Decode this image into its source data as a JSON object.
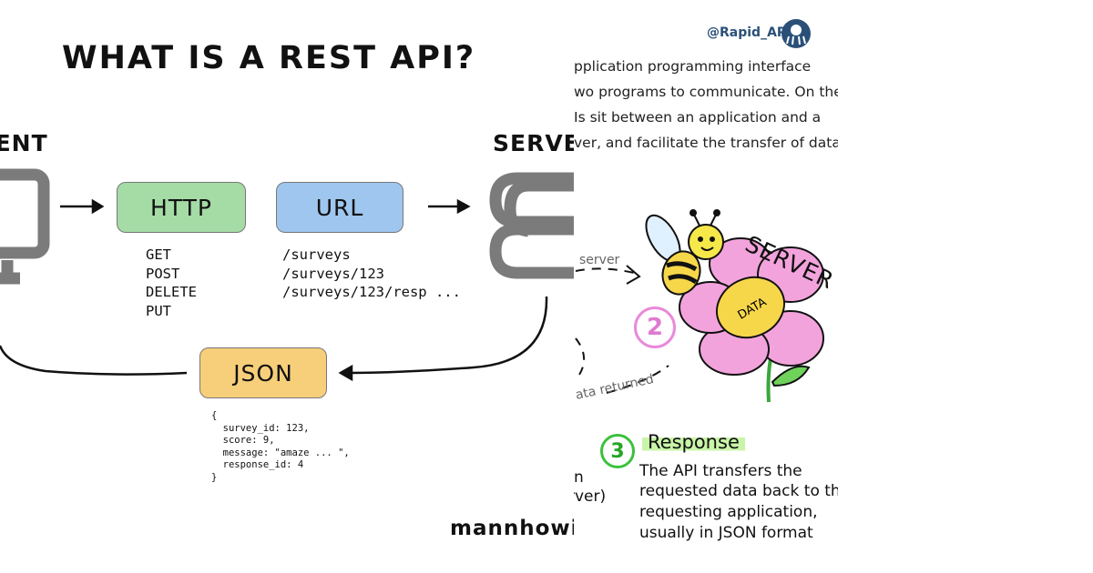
{
  "diagram": {
    "title": "WHAT IS A REST API?",
    "client_label": "CLIENT",
    "server_label": "SERVER",
    "http_label": "HTTP",
    "url_label": "URL",
    "json_label": "JSON",
    "methods": [
      "GET",
      "POST",
      "DELETE",
      "PUT"
    ],
    "urls": [
      "/surveys",
      "/surveys/123",
      "/surveys/123/resp ..."
    ],
    "json_body": "{\n  survey_id: 123,\n  score: 9,\n  message: \"amaze ... \",\n  response_id: 4\n}",
    "signature": "mannhowie",
    "colors": {
      "http": "#a5dba5",
      "url": "#9fc6ee",
      "json": "#f7cf7a",
      "icon": "#7b7b7b"
    }
  },
  "sketch": {
    "handle": "@Rapid_API",
    "paragraph": [
      "pplication programming interface",
      "wo programs to communicate. On the",
      "Is sit between an application and a",
      "ver, and facilitate the transfer of data."
    ],
    "to_server_label": "server",
    "server_label": "SERVER",
    "data_label": "DATA",
    "data_returned_label": "ata returned",
    "step2_number": "2",
    "step3_number": "3",
    "response_title": "Response",
    "response_lines": [
      "The API transfers the",
      "requested data back to the",
      "requesting application,",
      "usually in JSON format"
    ],
    "side_fragments": [
      "n",
      "rver)"
    ]
  }
}
